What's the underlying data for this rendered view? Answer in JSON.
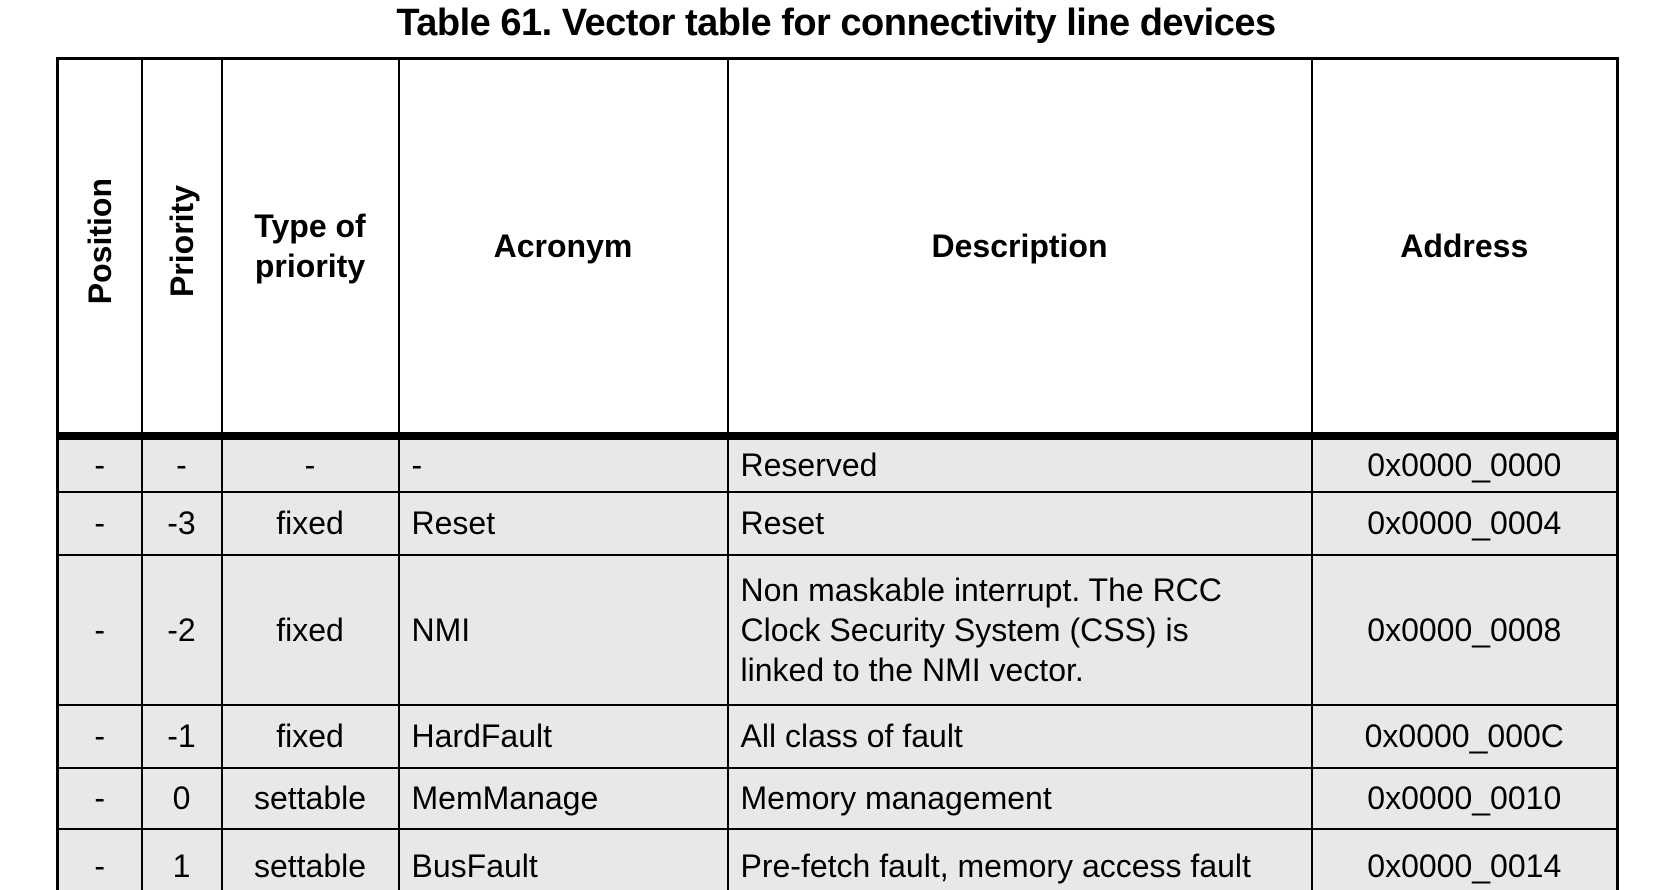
{
  "title": "Table 61. Vector table for connectivity line devices",
  "colors": {
    "row_background": "#e8e8e8",
    "header_background": "#ffffff",
    "border": "#000000",
    "text": "#000000"
  },
  "table": {
    "headers": {
      "position": "Position",
      "priority": "Priority",
      "type_of_priority": "Type of priority",
      "acronym": "Acronym",
      "description": "Description",
      "address": "Address"
    },
    "rows": [
      {
        "position": "-",
        "priority": "-",
        "type": "-",
        "acronym": "-",
        "description": "Reserved",
        "address": "0x0000_0000"
      },
      {
        "position": "-",
        "priority": "-3",
        "type": "fixed",
        "acronym": "Reset",
        "description": "Reset",
        "address": "0x0000_0004"
      },
      {
        "position": "-",
        "priority": "-2",
        "type": "fixed",
        "acronym": "NMI",
        "description": "Non maskable interrupt. The RCC\nClock Security System (CSS) is\nlinked to the NMI vector.",
        "address": "0x0000_0008"
      },
      {
        "position": "-",
        "priority": "-1",
        "type": "fixed",
        "acronym": "HardFault",
        "description": "All class of fault",
        "address": "0x0000_000C"
      },
      {
        "position": "-",
        "priority": "0",
        "type": "settable",
        "acronym": "MemManage",
        "description": "Memory management",
        "address": "0x0000_0010"
      },
      {
        "position": "-",
        "priority": "1",
        "type": "settable",
        "acronym": "BusFault",
        "description": "Pre-fetch fault, memory access fault",
        "address": "0x0000_0014"
      }
    ]
  }
}
